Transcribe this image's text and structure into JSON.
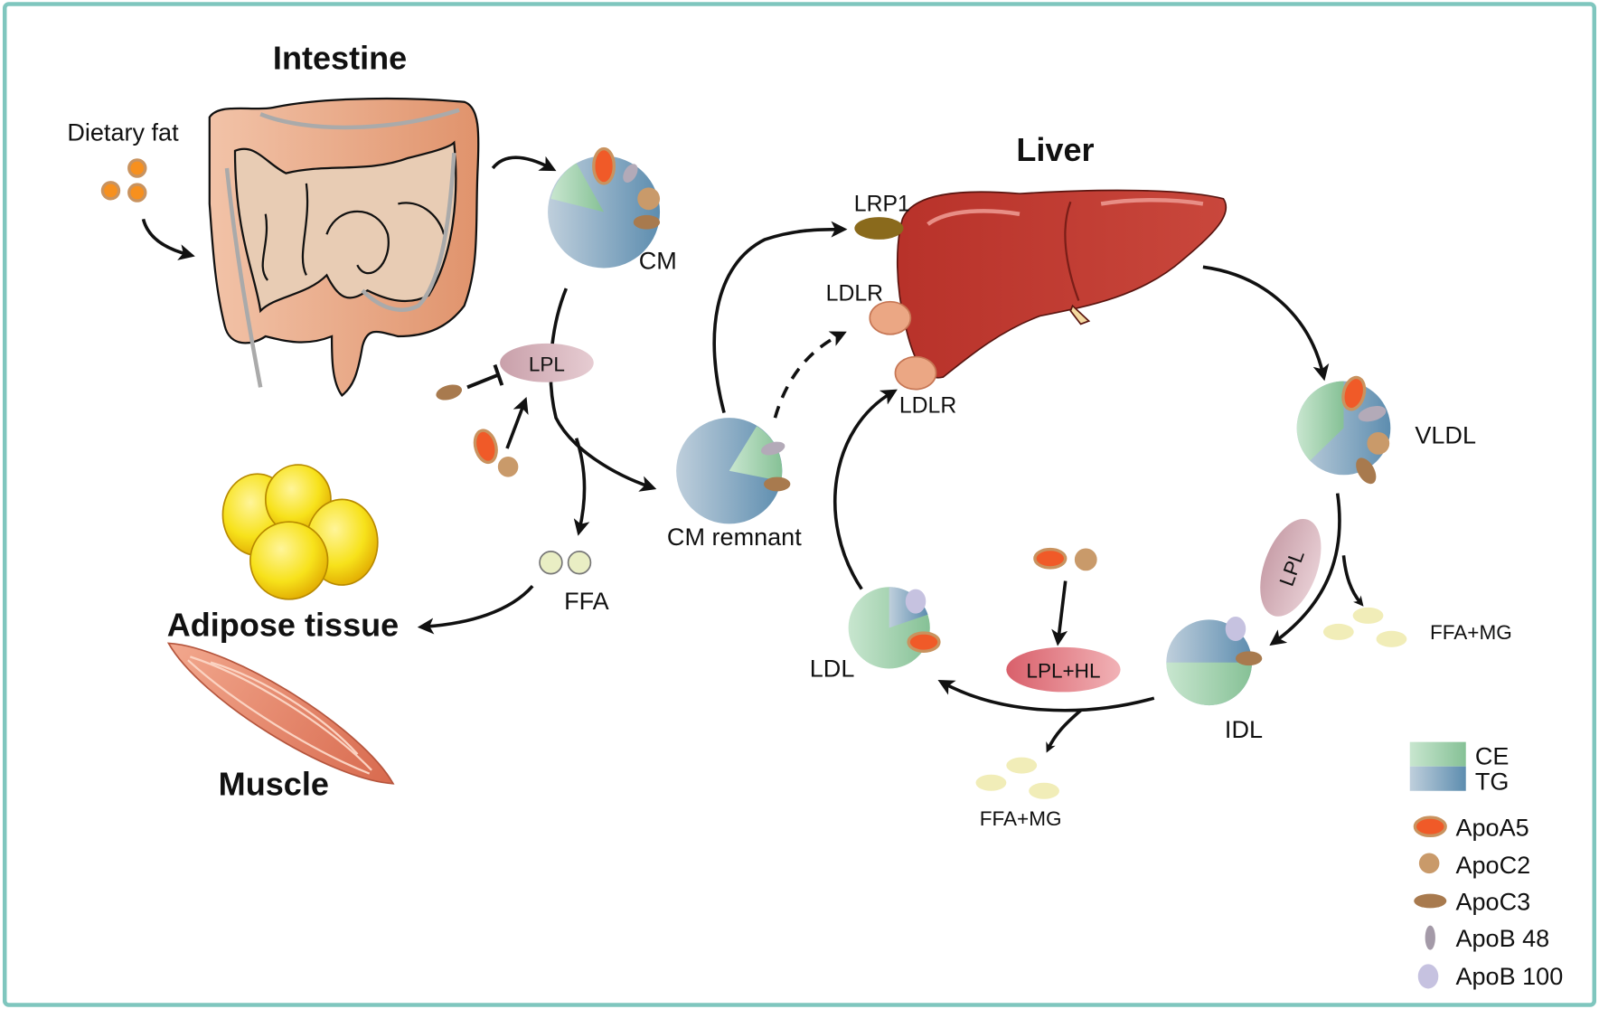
{
  "organs": {
    "intestine": "Intestine",
    "liver": "Liver",
    "adipose": "Adipose tissue",
    "muscle": "Muscle"
  },
  "labels": {
    "dietary_fat": "Dietary fat",
    "cm": "CM",
    "lpl_intestine": "LPL",
    "ffa": "FFA",
    "cm_remnant": "CM remnant",
    "lrp1": "LRP1",
    "ldlr_top": "LDLR",
    "ldlr_bottom": "LDLR",
    "vldl": "VLDL",
    "lpl_vldl": "LPL",
    "ffa_mg_right": "FFA+MG",
    "idl": "IDL",
    "lpl_hl": "LPL+HL",
    "ldl": "LDL",
    "ffa_mg_bottom": "FFA+MG"
  },
  "legend": {
    "ce": "CE",
    "tg": "TG",
    "items": [
      {
        "label": "ApoA5",
        "icon": "apoa5-icon",
        "color": "#f05a28"
      },
      {
        "label": "ApoC2",
        "icon": "apoc2-icon",
        "color": "#c99a6a"
      },
      {
        "label": "ApoC3",
        "icon": "apoc3-icon",
        "color": "#a87a4e"
      },
      {
        "label": "ApoB 48",
        "icon": "apob48-icon",
        "color": "#a49aa8"
      },
      {
        "label": "ApoB 100",
        "icon": "apob100-icon",
        "color": "#c6c2e0"
      }
    ]
  },
  "colors": {
    "border": "#7fc6be",
    "ce": "#8cc69c",
    "tg": "#6a97b5",
    "liver": "#c0392f"
  }
}
